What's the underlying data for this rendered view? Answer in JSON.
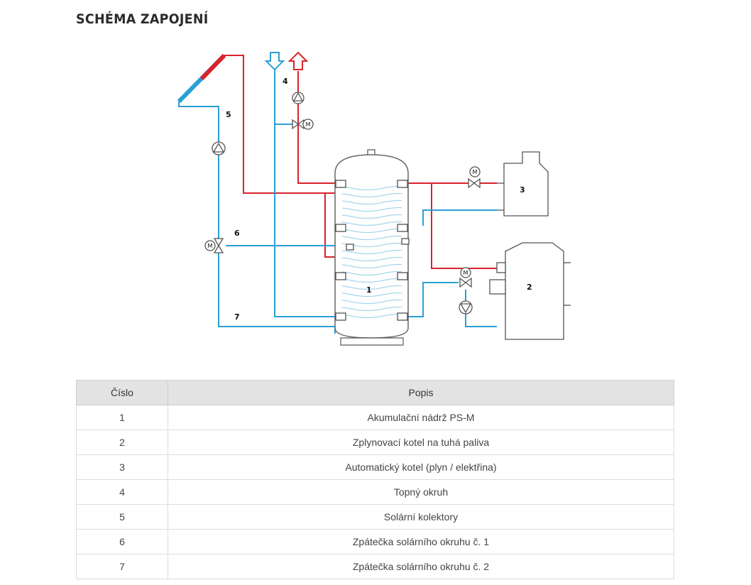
{
  "title": "SCHÉMA ZAPOJENÍ",
  "diagram": {
    "labels": [
      "1",
      "2",
      "3",
      "4",
      "5",
      "6",
      "7"
    ],
    "motor_symbol": "M",
    "colors": {
      "hot": "#d9232d",
      "cold": "#2a9fd6",
      "outline": "#666666",
      "coil": "#9cd0ea"
    }
  },
  "table": {
    "headers": [
      "Číslo",
      "Popis"
    ],
    "rows": [
      [
        "1",
        "Akumulační nádrž PS-M"
      ],
      [
        "2",
        "Zplynovací kotel na tuhá paliva"
      ],
      [
        "3",
        "Automatický kotel (plyn / elektřina)"
      ],
      [
        "4",
        "Topný okruh"
      ],
      [
        "5",
        "Solární kolektory"
      ],
      [
        "6",
        "Zpátečka solárního okruhu č. 1"
      ],
      [
        "7",
        "Zpátečka solárního okruhu č. 2"
      ]
    ]
  }
}
